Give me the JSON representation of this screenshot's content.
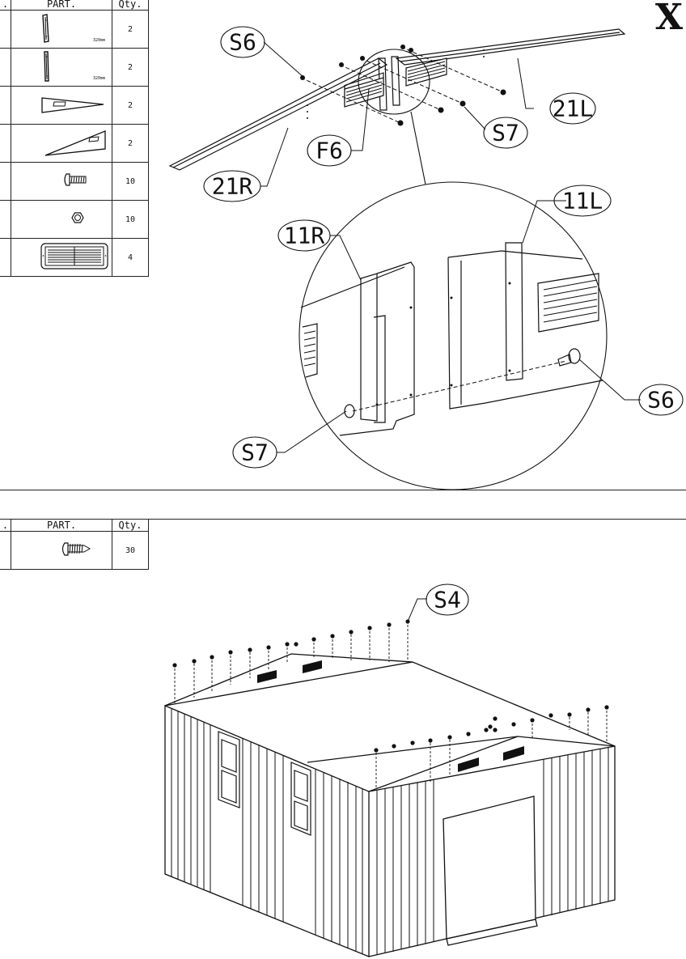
{
  "page_marker": "X",
  "step1": {
    "table": {
      "headers": {
        "no": ".",
        "part": "PART.",
        "qty": "Qty."
      },
      "rows": [
        {
          "icon": "roof-bracket-long-icon",
          "length": "320mm",
          "qty": "2"
        },
        {
          "icon": "roof-bracket-short-icon",
          "length": "320mm",
          "qty": "2"
        },
        {
          "icon": "gable-panel-left-icon",
          "length": "",
          "qty": "2"
        },
        {
          "icon": "gable-panel-right-icon",
          "length": "",
          "qty": "2"
        },
        {
          "icon": "bolt-icon",
          "length": "",
          "qty": "10"
        },
        {
          "icon": "hex-nut-icon",
          "length": "",
          "qty": "10"
        },
        {
          "icon": "vent-grille-icon",
          "length": "",
          "qty": "4"
        }
      ]
    },
    "callouts": {
      "s6_top": "S6",
      "s7_top": "S7",
      "f6": "F6",
      "l21": "21L",
      "r21": "21R",
      "l11": "11L",
      "r11": "11R",
      "s6_zoom": "S6",
      "s7_zoom": "S7"
    }
  },
  "step2": {
    "table": {
      "headers": {
        "no": ".",
        "part": "PART.",
        "qty": "Qty."
      },
      "rows": [
        {
          "icon": "self-tapping-screw-icon",
          "qty": "30"
        }
      ]
    },
    "callouts": {
      "s4": "S4"
    }
  }
}
